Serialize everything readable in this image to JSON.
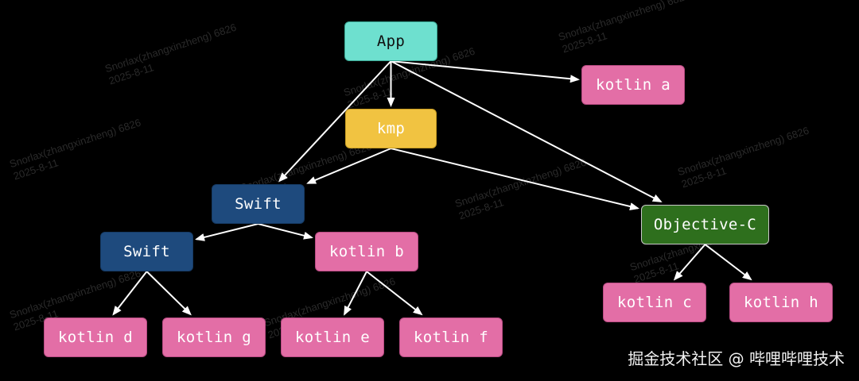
{
  "diagram": {
    "nodes": {
      "app": "App",
      "kmp": "kmp",
      "swift_top": "Swift",
      "swift_mid": "Swift",
      "objc": "Objective-C",
      "kotlin_a": "kotlin a",
      "kotlin_b": "kotlin b",
      "kotlin_c": "kotlin c",
      "kotlin_h": "kotlin h",
      "kotlin_d": "kotlin d",
      "kotlin_g": "kotlin g",
      "kotlin_e": "kotlin e",
      "kotlin_f": "kotlin f"
    },
    "edges": [
      [
        "app",
        "kotlin_a"
      ],
      [
        "app",
        "kmp"
      ],
      [
        "app",
        "swift_top"
      ],
      [
        "app",
        "objc"
      ],
      [
        "kmp",
        "swift_top"
      ],
      [
        "kmp",
        "objc"
      ],
      [
        "swift_top",
        "swift_mid"
      ],
      [
        "swift_top",
        "kotlin_b"
      ],
      [
        "swift_mid",
        "kotlin_d"
      ],
      [
        "swift_mid",
        "kotlin_g"
      ],
      [
        "kotlin_b",
        "kotlin_e"
      ],
      [
        "kotlin_b",
        "kotlin_f"
      ],
      [
        "objc",
        "kotlin_c"
      ],
      [
        "objc",
        "kotlin_h"
      ]
    ],
    "colors": {
      "app": "#6ee0cf",
      "kmp": "#f1c341",
      "swift": "#1e4a7d",
      "objc": "#2e6f1d",
      "kotlin": "#e36ea6",
      "arrow": "#ffffff"
    }
  },
  "watermark": {
    "line1": "Snorlax(zhangxinzheng) 6826",
    "line2": "2025-8-11"
  },
  "footer": "掘金技术社区 @ 哔哩哔哩技术"
}
